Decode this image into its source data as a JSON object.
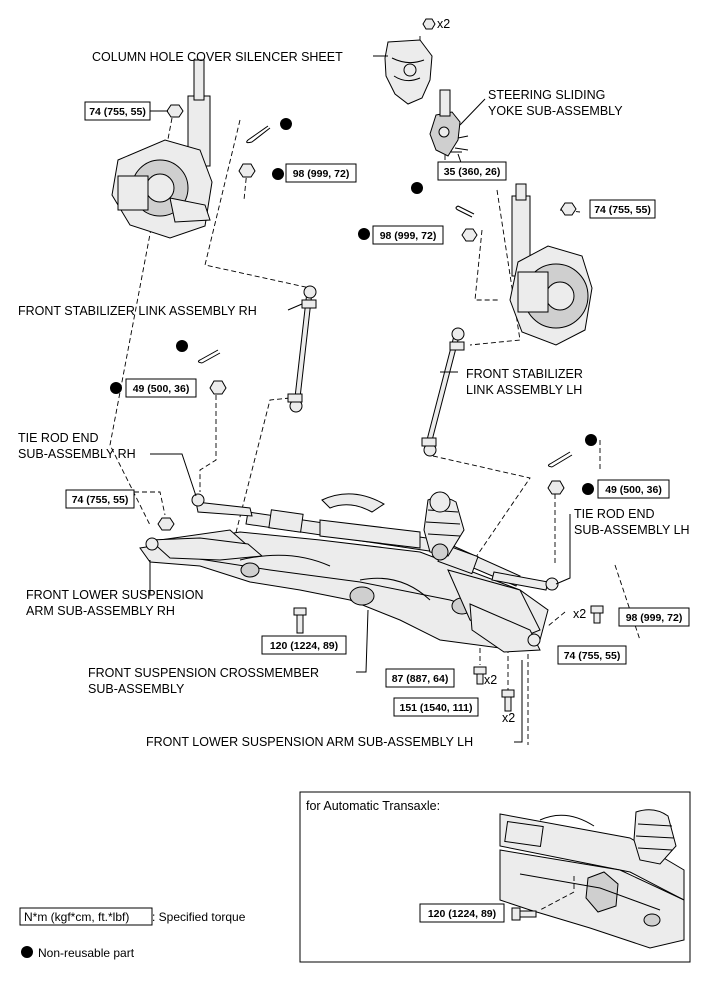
{
  "labels": {
    "column_hole_cover": "COLUMN HOLE COVER SILENCER SHEET",
    "steering_sliding_yoke_1": "STEERING SLIDING",
    "steering_sliding_yoke_2": "YOKE SUB-ASSEMBLY",
    "stabilizer_link_rh": "FRONT STABILIZER LINK ASSEMBLY RH",
    "stabilizer_link_lh_1": "FRONT STABILIZER",
    "stabilizer_link_lh_2": "LINK ASSEMBLY LH",
    "tie_rod_rh_1": "TIE ROD END",
    "tie_rod_rh_2": "SUB-ASSEMBLY RH",
    "tie_rod_lh_1": "TIE ROD END",
    "tie_rod_lh_2": "SUB-ASSEMBLY LH",
    "lower_arm_rh_1": "FRONT LOWER SUSPENSION",
    "lower_arm_rh_2": "ARM SUB-ASSEMBLY RH",
    "crossmember_1": "FRONT SUSPENSION CROSSMEMBER",
    "crossmember_2": "SUB-ASSEMBLY",
    "lower_arm_lh": "FRONT LOWER SUSPENSION ARM SUB-ASSEMBLY LH"
  },
  "multipliers": {
    "cover_nut": "x2",
    "lh_bolt": "x2",
    "nut_87": "x2",
    "bolt_151": "x2"
  },
  "torques": {
    "t_rh_top_nut": "74 (755, 55)",
    "t_rh_link_nut": "98 (999, 72)",
    "t_yoke_bolt": "35 (360, 26)",
    "t_lh_top_nut": "74 (755, 55)",
    "t_lh_link_nut": "98 (999, 72)",
    "t_rh_tie_rod": "49 (500, 36)",
    "t_rh_lower_ball": "74 (755, 55)",
    "t_lh_tie_rod": "49 (500, 36)",
    "t_lh_bolt": "98 (999, 72)",
    "t_cross_bolt": "120 (1224, 89)",
    "t_lh_lower_ball": "74 (755, 55)",
    "t_87": "87 (887, 64)",
    "t_151": "151 (1540, 111)",
    "t_inset": "120 (1224, 89)"
  },
  "inset": {
    "title": "for Automatic Transaxle:"
  },
  "legend": {
    "torque_box": "N*m (kgf*cm, ft.*lbf)",
    "torque_desc": ": Specified torque",
    "non_reusable": "Non-reusable part"
  }
}
